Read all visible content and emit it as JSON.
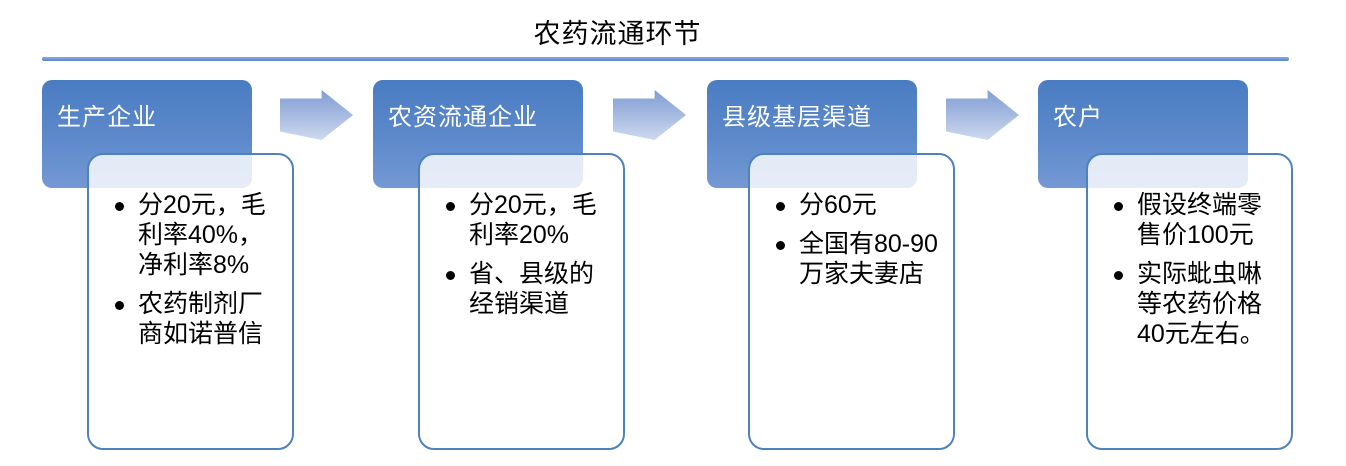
{
  "page": {
    "title": "农药流通环节"
  },
  "colors": {
    "header_top": "#4a7cc2",
    "header_bottom": "#7499d4",
    "header_text": "#ffffff",
    "arrow_top": "#7f9cd3",
    "arrow_bottom": "#cdd9ee",
    "box_border": "#4f81bd",
    "rule": "#6e93d1",
    "rule_light": "#8aabde",
    "rule_dark": "#5c88c9",
    "body_text": "#000000"
  },
  "flow": {
    "arrow_icon": "right-block-arrow",
    "columns": [
      {
        "header": "生产企业",
        "bullets": [
          "分20元，毛利率40%，净利率8%",
          "农药制剂厂商如诺普信"
        ]
      },
      {
        "header": "农资流通企业",
        "bullets": [
          "分20元，毛利率20%",
          "省、县级的经销渠道"
        ]
      },
      {
        "header": "县级基层渠道",
        "bullets": [
          "分60元",
          "全国有80-90万家夫妻店"
        ]
      },
      {
        "header": "农户",
        "bullets": [
          "假设终端零售价100元",
          "实际蚍虫啉等农药价格40元左右。"
        ]
      }
    ]
  }
}
